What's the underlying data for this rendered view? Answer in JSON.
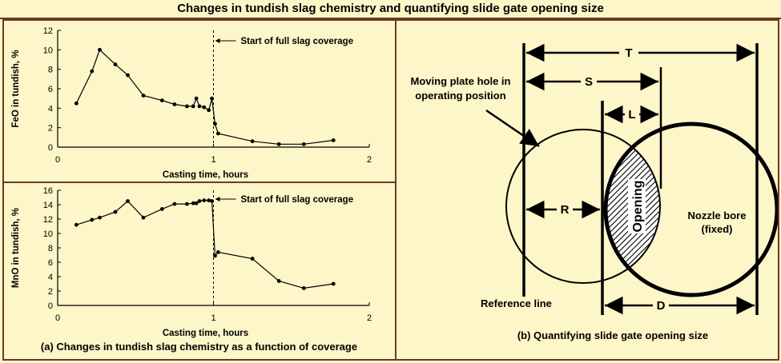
{
  "title": "Changes in tundish slag chemistry and quantifying slide gate opening size",
  "colors": {
    "background": "#fdf6c8",
    "border": "#6b3a1f",
    "ink": "#000000"
  },
  "chart_data": [
    {
      "type": "line",
      "ylabel": "FeO in tundish, %",
      "xlabel": "Casting time, hours",
      "xlim": [
        0,
        2
      ],
      "ylim": [
        0,
        12
      ],
      "xticks": [
        "0",
        "1",
        "2"
      ],
      "yticks": [
        "0",
        "2",
        "4",
        "6",
        "8",
        "10",
        "12"
      ],
      "x": [
        0.12,
        0.22,
        0.27,
        0.37,
        0.45,
        0.55,
        0.67,
        0.75,
        0.83,
        0.87,
        0.89,
        0.91,
        0.94,
        0.97,
        0.99,
        1.01,
        1.03,
        1.25,
        1.42,
        1.58,
        1.77
      ],
      "y": [
        4.5,
        7.8,
        10.0,
        8.5,
        7.4,
        5.3,
        4.8,
        4.4,
        4.2,
        4.2,
        5.0,
        4.2,
        4.1,
        3.8,
        5.0,
        2.4,
        1.4,
        0.6,
        0.3,
        0.3,
        0.7
      ],
      "annotation": "Start of full slag coverage",
      "annotation_x": 1.0
    },
    {
      "type": "line",
      "ylabel": "MnO in tundish, %",
      "xlabel": "Casting time, hours",
      "xlim": [
        0,
        2
      ],
      "ylim": [
        0,
        16
      ],
      "xticks": [
        "0",
        "1",
        "2"
      ],
      "yticks": [
        "0",
        "2",
        "4",
        "6",
        "8",
        "10",
        "12",
        "14",
        "16"
      ],
      "x": [
        0.12,
        0.22,
        0.27,
        0.37,
        0.45,
        0.55,
        0.67,
        0.75,
        0.83,
        0.87,
        0.89,
        0.91,
        0.94,
        0.97,
        0.99,
        1.01,
        1.03,
        1.25,
        1.42,
        1.58,
        1.77
      ],
      "y": [
        11.2,
        11.9,
        12.2,
        13.0,
        14.5,
        12.2,
        13.4,
        14.1,
        14.1,
        14.2,
        14.2,
        14.5,
        14.6,
        14.6,
        14.5,
        6.9,
        7.4,
        6.5,
        3.4,
        2.4,
        3.0
      ],
      "annotation": "Start of full slag coverage",
      "annotation_x": 1.0
    }
  ],
  "panel_a_caption": "(a) Changes in tundish slag chemistry as a function of coverage",
  "diagram": {
    "label_T": "T",
    "label_S": "S",
    "label_L": "L",
    "label_R": "R",
    "label_D": "D",
    "opening_label": "Opening",
    "moving_plate_line1": "Moving plate hole in",
    "moving_plate_line2": "operating position",
    "nozzle_line1": "Nozzle bore",
    "nozzle_line2": "(fixed)",
    "reference_line": "Reference line",
    "caption": "(b) Quantifying slide gate opening size"
  }
}
